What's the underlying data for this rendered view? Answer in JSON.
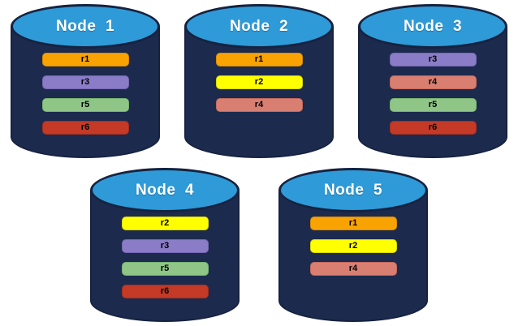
{
  "nodes": [
    {
      "title": "Node  1",
      "replicas": [
        "r1",
        "r3",
        "r5",
        "r6"
      ]
    },
    {
      "title": "Node  2",
      "replicas": [
        "r1",
        "r2",
        "r4"
      ]
    },
    {
      "title": "Node  3",
      "replicas": [
        "r3",
        "r4",
        "r5",
        "r6"
      ]
    },
    {
      "title": "Node  4",
      "replicas": [
        "r2",
        "r3",
        "r5",
        "r6"
      ]
    },
    {
      "title": "Node  5",
      "replicas": [
        "r1",
        "r2",
        "r4"
      ]
    }
  ],
  "replica_colors": {
    "r1": {
      "bg": "#f9a303",
      "border": "#d88a00"
    },
    "r2": {
      "bg": "#ffff00",
      "border": "#d9d900"
    },
    "r3": {
      "bg": "#8a7cc6",
      "border": "#7567b3"
    },
    "r4": {
      "bg": "#d97f72",
      "border": "#c3695c"
    },
    "r5": {
      "bg": "#8fc687",
      "border": "#78b36f"
    },
    "r6": {
      "bg": "#c43a26",
      "border": "#a52e1d"
    }
  },
  "cylinder_colors": {
    "body": "#1c2a4e",
    "top": "#2e9ad8",
    "outline": "#16223f"
  }
}
